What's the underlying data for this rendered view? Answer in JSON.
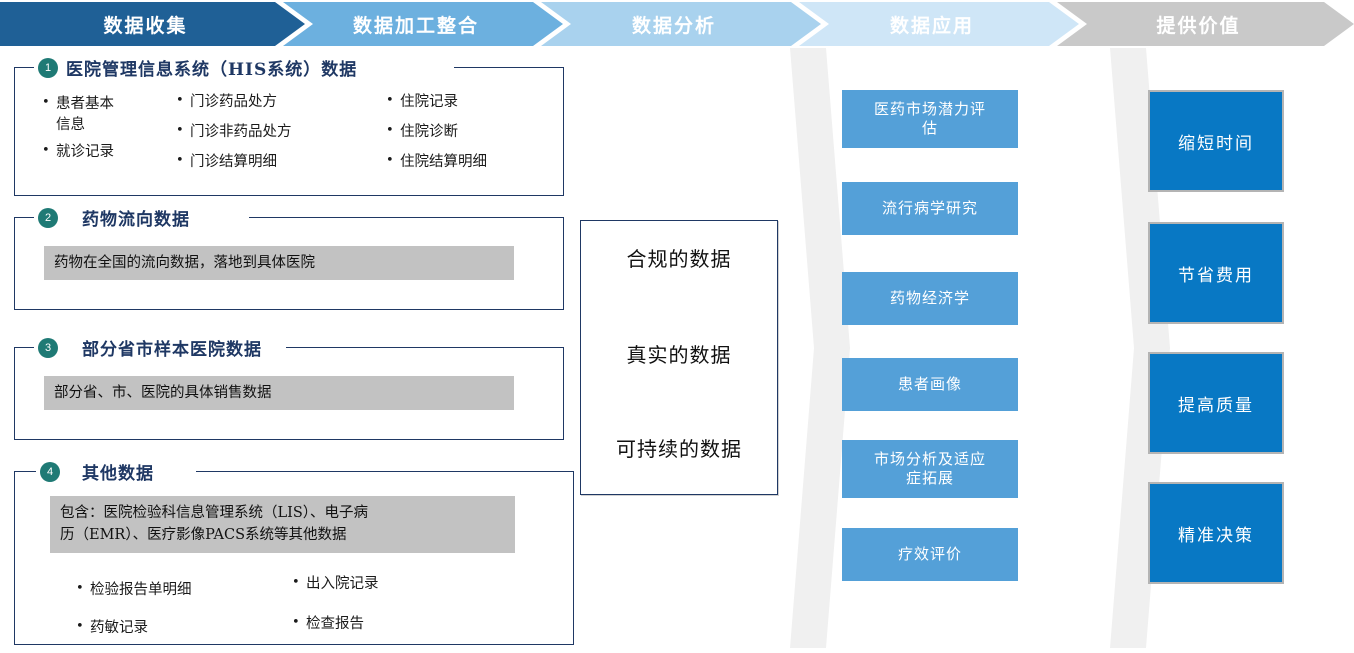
{
  "header": {
    "stages": [
      {
        "label": "数据收集",
        "color": "#1f6096"
      },
      {
        "label": "数据加工整合",
        "color": "#6cb0df"
      },
      {
        "label": "数据分析",
        "color": "#a9d2ee"
      },
      {
        "label": "数据应用",
        "color": "#cfe6f7"
      },
      {
        "label": "提供价值",
        "color": "#c9c9c9"
      }
    ]
  },
  "collection": {
    "groups": [
      {
        "number": "1",
        "title": "医院管理信息系统（HIS系统）数据",
        "columns": [
          [
            "患者基本\n信息",
            "就诊记录"
          ],
          [
            "门诊药品处方",
            "门诊非药品处方",
            "门诊结算明细"
          ],
          [
            "住院记录",
            "住院诊断",
            "住院结算明细"
          ]
        ],
        "highlight": ""
      },
      {
        "number": "2",
        "title": "药物流向数据",
        "columns": [],
        "highlight": "药物在全国的流向数据，落地到具体医院"
      },
      {
        "number": "3",
        "title": "部分省市样本医院数据",
        "columns": [],
        "highlight": "部分省、市、医院的具体销售数据"
      },
      {
        "number": "4",
        "title": "其他数据",
        "columns": [
          [
            "检验报告单明细",
            "药敏记录"
          ],
          [
            "出入院记录",
            "检查报告"
          ]
        ],
        "highlight": "包含：医院检验科信息管理系统（LIS）、电子病\n历（EMR）、医疗影像PACS系统等其他数据"
      }
    ]
  },
  "processing": {
    "items": [
      "合规的数据",
      "真实的数据",
      "可持续的数据"
    ]
  },
  "application": {
    "items": [
      "医药市场潜力评\n估",
      "流行病学研究",
      "药物经济学",
      "患者画像",
      "市场分析及适应\n症拓展",
      "疗效评价"
    ]
  },
  "value": {
    "items": [
      "缩短时间",
      "节省费用",
      "提高质量",
      "精准决策"
    ]
  },
  "colors": {
    "badge": "#1f7a75",
    "frame": "#1f3864",
    "app_box": "#54a0d8",
    "value_box": "#0878c4",
    "highlight_bar": "#c2c2c2",
    "big_arrow": "#f0f0f0"
  }
}
